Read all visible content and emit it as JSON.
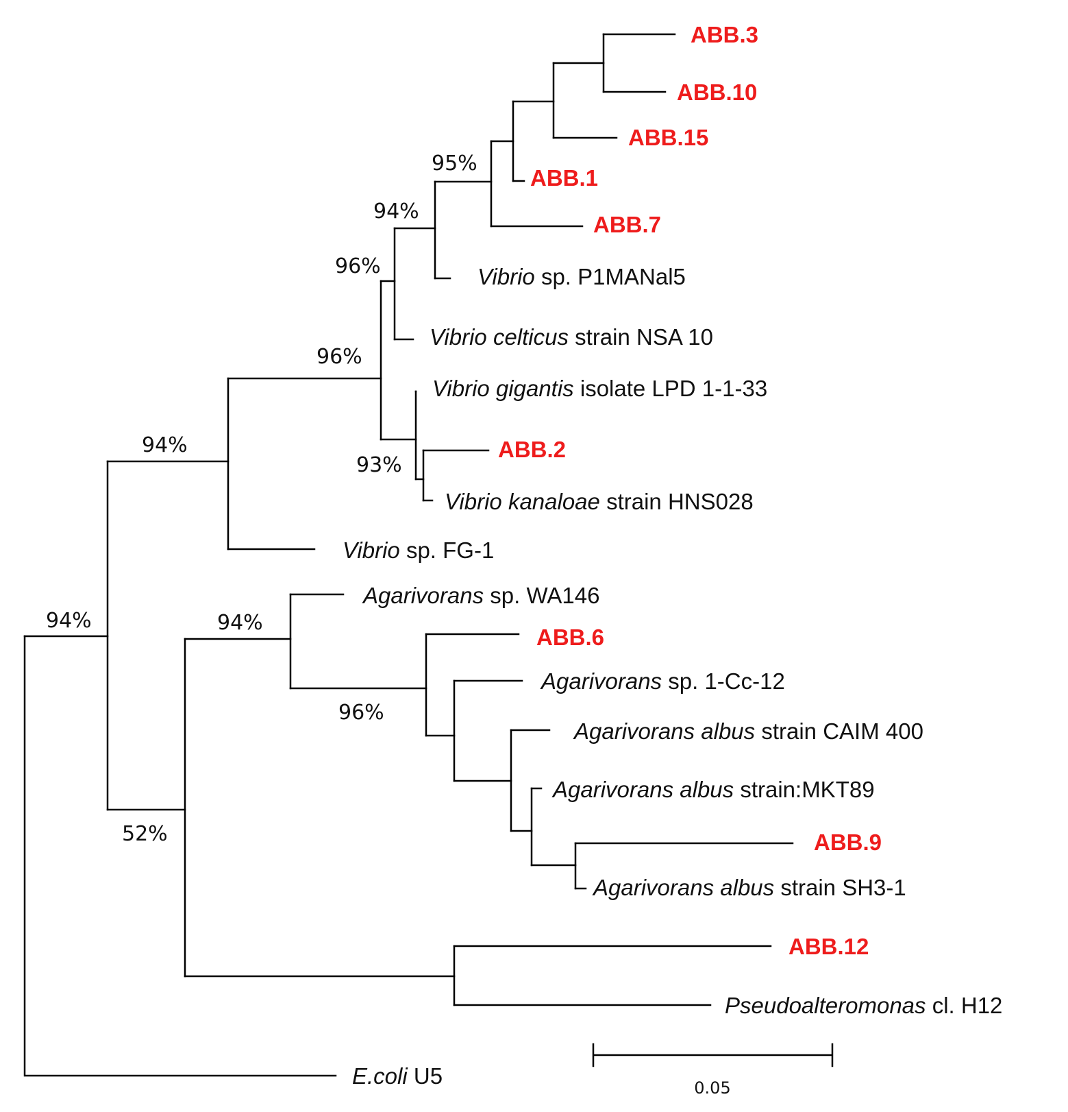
{
  "colors": {
    "highlight": "#ee1c1c",
    "line": "#000000",
    "text": "#111111"
  },
  "leaves": {
    "abb3": {
      "text": "ABB.3",
      "highlight": true
    },
    "abb10": {
      "text": "ABB.10",
      "highlight": true
    },
    "abb15": {
      "text": "ABB.15",
      "highlight": true
    },
    "abb1": {
      "text": "ABB.1",
      "highlight": true
    },
    "abb7": {
      "text": "ABB.7",
      "highlight": true
    },
    "p1manal5": {
      "genus": "Vibrio",
      "rest": " sp. P1MANal5"
    },
    "celticus": {
      "genus": "Vibrio celticus",
      "rest": " strain NSA 10"
    },
    "gigantis": {
      "genus": "Vibrio gigantis",
      "rest": " isolate LPD 1-1-33"
    },
    "abb2": {
      "text": "ABB.2",
      "highlight": true
    },
    "kanaloae": {
      "genus": "Vibrio kanaloae",
      "rest": " strain HNS028"
    },
    "fg1": {
      "genus": "Vibrio",
      "rest": " sp. FG-1"
    },
    "wa146": {
      "genus": "Agarivorans",
      "rest": " sp. WA146"
    },
    "abb6": {
      "text": "ABB.6",
      "highlight": true
    },
    "cc12": {
      "genus": "Agarivorans",
      "rest": " sp. 1-Cc-12"
    },
    "caim400": {
      "genus": "Agarivorans albus",
      "rest": " strain CAIM 400"
    },
    "mkt89": {
      "genus": "Agarivorans albus",
      "rest": " strain:MKT89"
    },
    "abb9": {
      "text": "ABB.9",
      "highlight": true
    },
    "sh31": {
      "genus": "Agarivorans albus",
      "rest": " strain SH3-1"
    },
    "abb12": {
      "text": "ABB.12",
      "highlight": true
    },
    "pseudo": {
      "genus": "Pseudoalteromonas",
      "rest": " cl. H12"
    },
    "ecoli": {
      "genus": "E.coli",
      "rest": " U5"
    }
  },
  "support": {
    "n95": "95%",
    "n94a": "94%",
    "n96a": "96%",
    "n96b": "96%",
    "n93": "93%",
    "n94b": "94%",
    "n94c": "94%",
    "n94root": "94%",
    "n96c": "96%",
    "n52": "52%"
  },
  "scale_bar": {
    "label": "0.05"
  }
}
